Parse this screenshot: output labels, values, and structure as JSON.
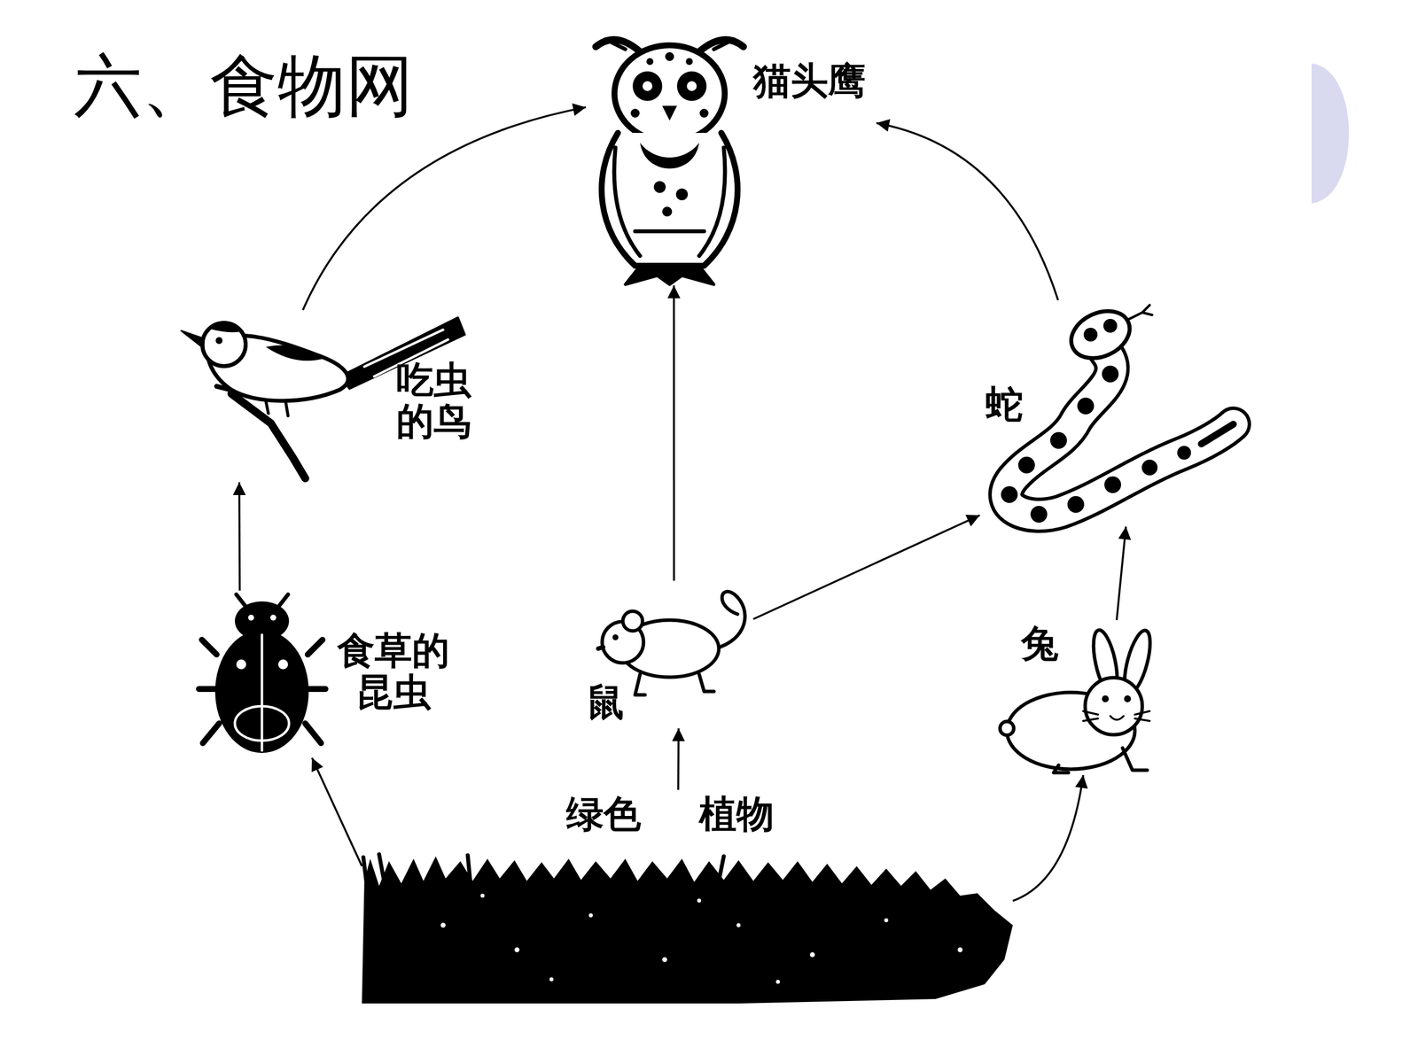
{
  "diagram": {
    "title": "六、食物网",
    "nodes": [
      {
        "text": [
          "猫头鹰"
        ]
      },
      {
        "text": [
          "吃虫的鸟"
        ]
      },
      {
        "text": [
          "蛇"
        ]
      },
      {
        "text": [
          "食草的昆虫"
        ]
      },
      {
        "text": [
          "鼠"
        ]
      },
      {
        "text": [
          "兔"
        ]
      },
      {
        "text": [
          "绿色",
          "植物"
        ]
      }
    ],
    "edges": [
      {
        "from": 6,
        "to": 3,
        "arrow": "to"
      },
      {
        "from": 6,
        "to": 4,
        "arrow": "to"
      },
      {
        "from": 6,
        "to": 5,
        "arrow": "to"
      },
      {
        "from": 3,
        "to": 1,
        "arrow": "to"
      },
      {
        "from": 1,
        "to": 0,
        "arrow": "to"
      },
      {
        "from": 4,
        "to": 0,
        "arrow": "to"
      },
      {
        "from": 4,
        "to": 2,
        "arrow": "to"
      },
      {
        "from": 5,
        "to": 2,
        "arrow": "to"
      },
      {
        "from": 2,
        "to": 0,
        "arrow": "to"
      }
    ]
  }
}
